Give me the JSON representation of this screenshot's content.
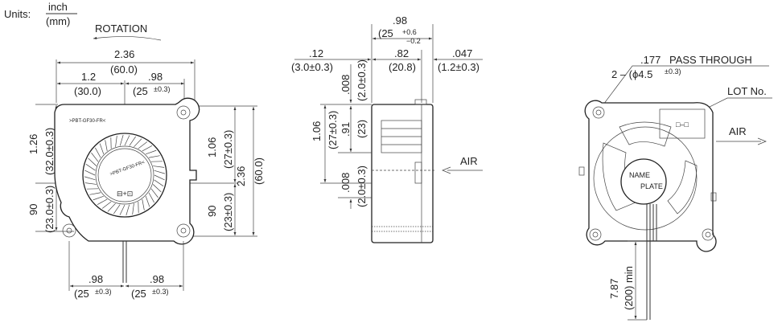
{
  "units": {
    "label": "Units:",
    "num": "inch",
    "den": "(mm)"
  },
  "front": {
    "rotation": "ROTATION",
    "w_total_in": "2.36",
    "w_total_mm": "(60.0)",
    "w_left_in": "1.2",
    "w_left_mm": "(30.0)",
    "w_right_in": ".98",
    "w_right_mm": "(25",
    "w_right_tol": "±0.3)",
    "h_upper_in": "1.26",
    "h_upper_mm": "(32.0±0.3)",
    "h_lower_in": "90",
    "h_lower_mm": "(23.0±0.3)",
    "r_h1_in": "1.06",
    "r_h1_mm": "(27±0.3)",
    "r_h2_in": "90",
    "r_h2_mm": "(23±0.3)",
    "r_total_in": "2.36",
    "r_total_mm": "(60.0)",
    "b_left_in": ".98",
    "b_left_mm": "(25",
    "b_left_tol": "±0.3)",
    "b_right_in": ".98",
    "b_right_mm": "(25",
    "b_right_tol": "±0.3)",
    "material_mark": ">PBT-GF30-FR<",
    "hub_mark": ">PBT-GF30-FR<",
    "hub_symbol": "⊟+⊡"
  },
  "side": {
    "top_in": ".98",
    "top_mm": "(25",
    "top_tol_plus": "+0.6",
    "top_tol_minus": "−0.2",
    "left_in": ".12",
    "left_mm": "(3.0±0.3)",
    "mid_in": ".82",
    "mid_mm": "(20.8)",
    "right_in": ".047",
    "right_mm": "(1.2±0.3)",
    "v1_in": ".008",
    "v1_mm": "(2.0±0.3)",
    "v2_in": "1.06",
    "v2_mm": "(27±0.3)",
    "v3_in": ".91",
    "v3_mm": "(23)",
    "v4_in": ".008",
    "v4_mm": "(2.0±0.3)",
    "air": "AIR"
  },
  "back": {
    "pass_in": ".177",
    "pass_label": "PASS THROUGH",
    "pass_spec": "2 – (ϕ4.5",
    "pass_tol": "±0.3)",
    "lot": "LOT No.",
    "air": "AIR",
    "plate1": "NAME",
    "plate2": "PLATE",
    "lead_in": "7.87",
    "lead_mm": "(200) min",
    "lot_symbol": "□–□"
  }
}
